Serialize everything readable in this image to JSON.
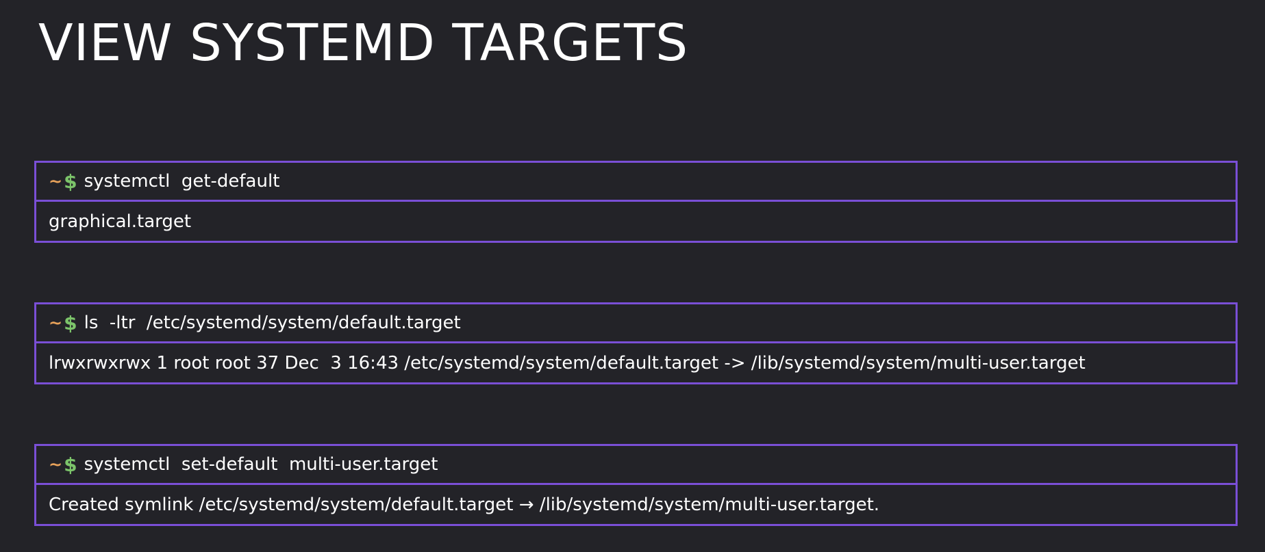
{
  "title": "VIEW SYSTEMD TARGETS",
  "prompt": {
    "tilde": "~",
    "dollar": "$"
  },
  "colors": {
    "background": "#232328",
    "border": "#7a4fd6",
    "tilde": "#e8a25a",
    "dollar": "#7cc46a"
  },
  "blocks": [
    {
      "command": "systemctl  get-default",
      "output": "graphical.target"
    },
    {
      "command": "ls  -ltr  /etc/systemd/system/default.target",
      "output": "lrwxrwxrwx 1 root root 37 Dec  3 16:43 /etc/systemd/system/default.target -> /lib/systemd/system/multi-user.target"
    },
    {
      "command": "systemctl  set-default  multi-user.target",
      "output": "Created symlink /etc/systemd/system/default.target → /lib/systemd/system/multi-user.target."
    }
  ]
}
